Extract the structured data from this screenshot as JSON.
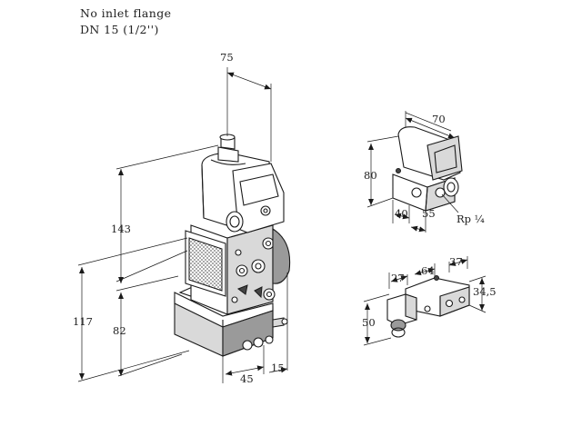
{
  "notes": {
    "line1": "No inlet flange",
    "line2": "DN 15 (1/2'')"
  },
  "dimensions": {
    "width_top": "75",
    "height_upper": "143",
    "height_total": "117",
    "height_lower": "82",
    "depth_45": "45",
    "depth_15": "15",
    "view2_width": "70",
    "view2_height": "80",
    "view2_40": "40",
    "view2_55": "55",
    "view2_thread": "Rp ¼",
    "view3_27": "27",
    "view3_64": "64",
    "view3_37": "37",
    "view3_345": "34,5",
    "view3_50": "50"
  }
}
